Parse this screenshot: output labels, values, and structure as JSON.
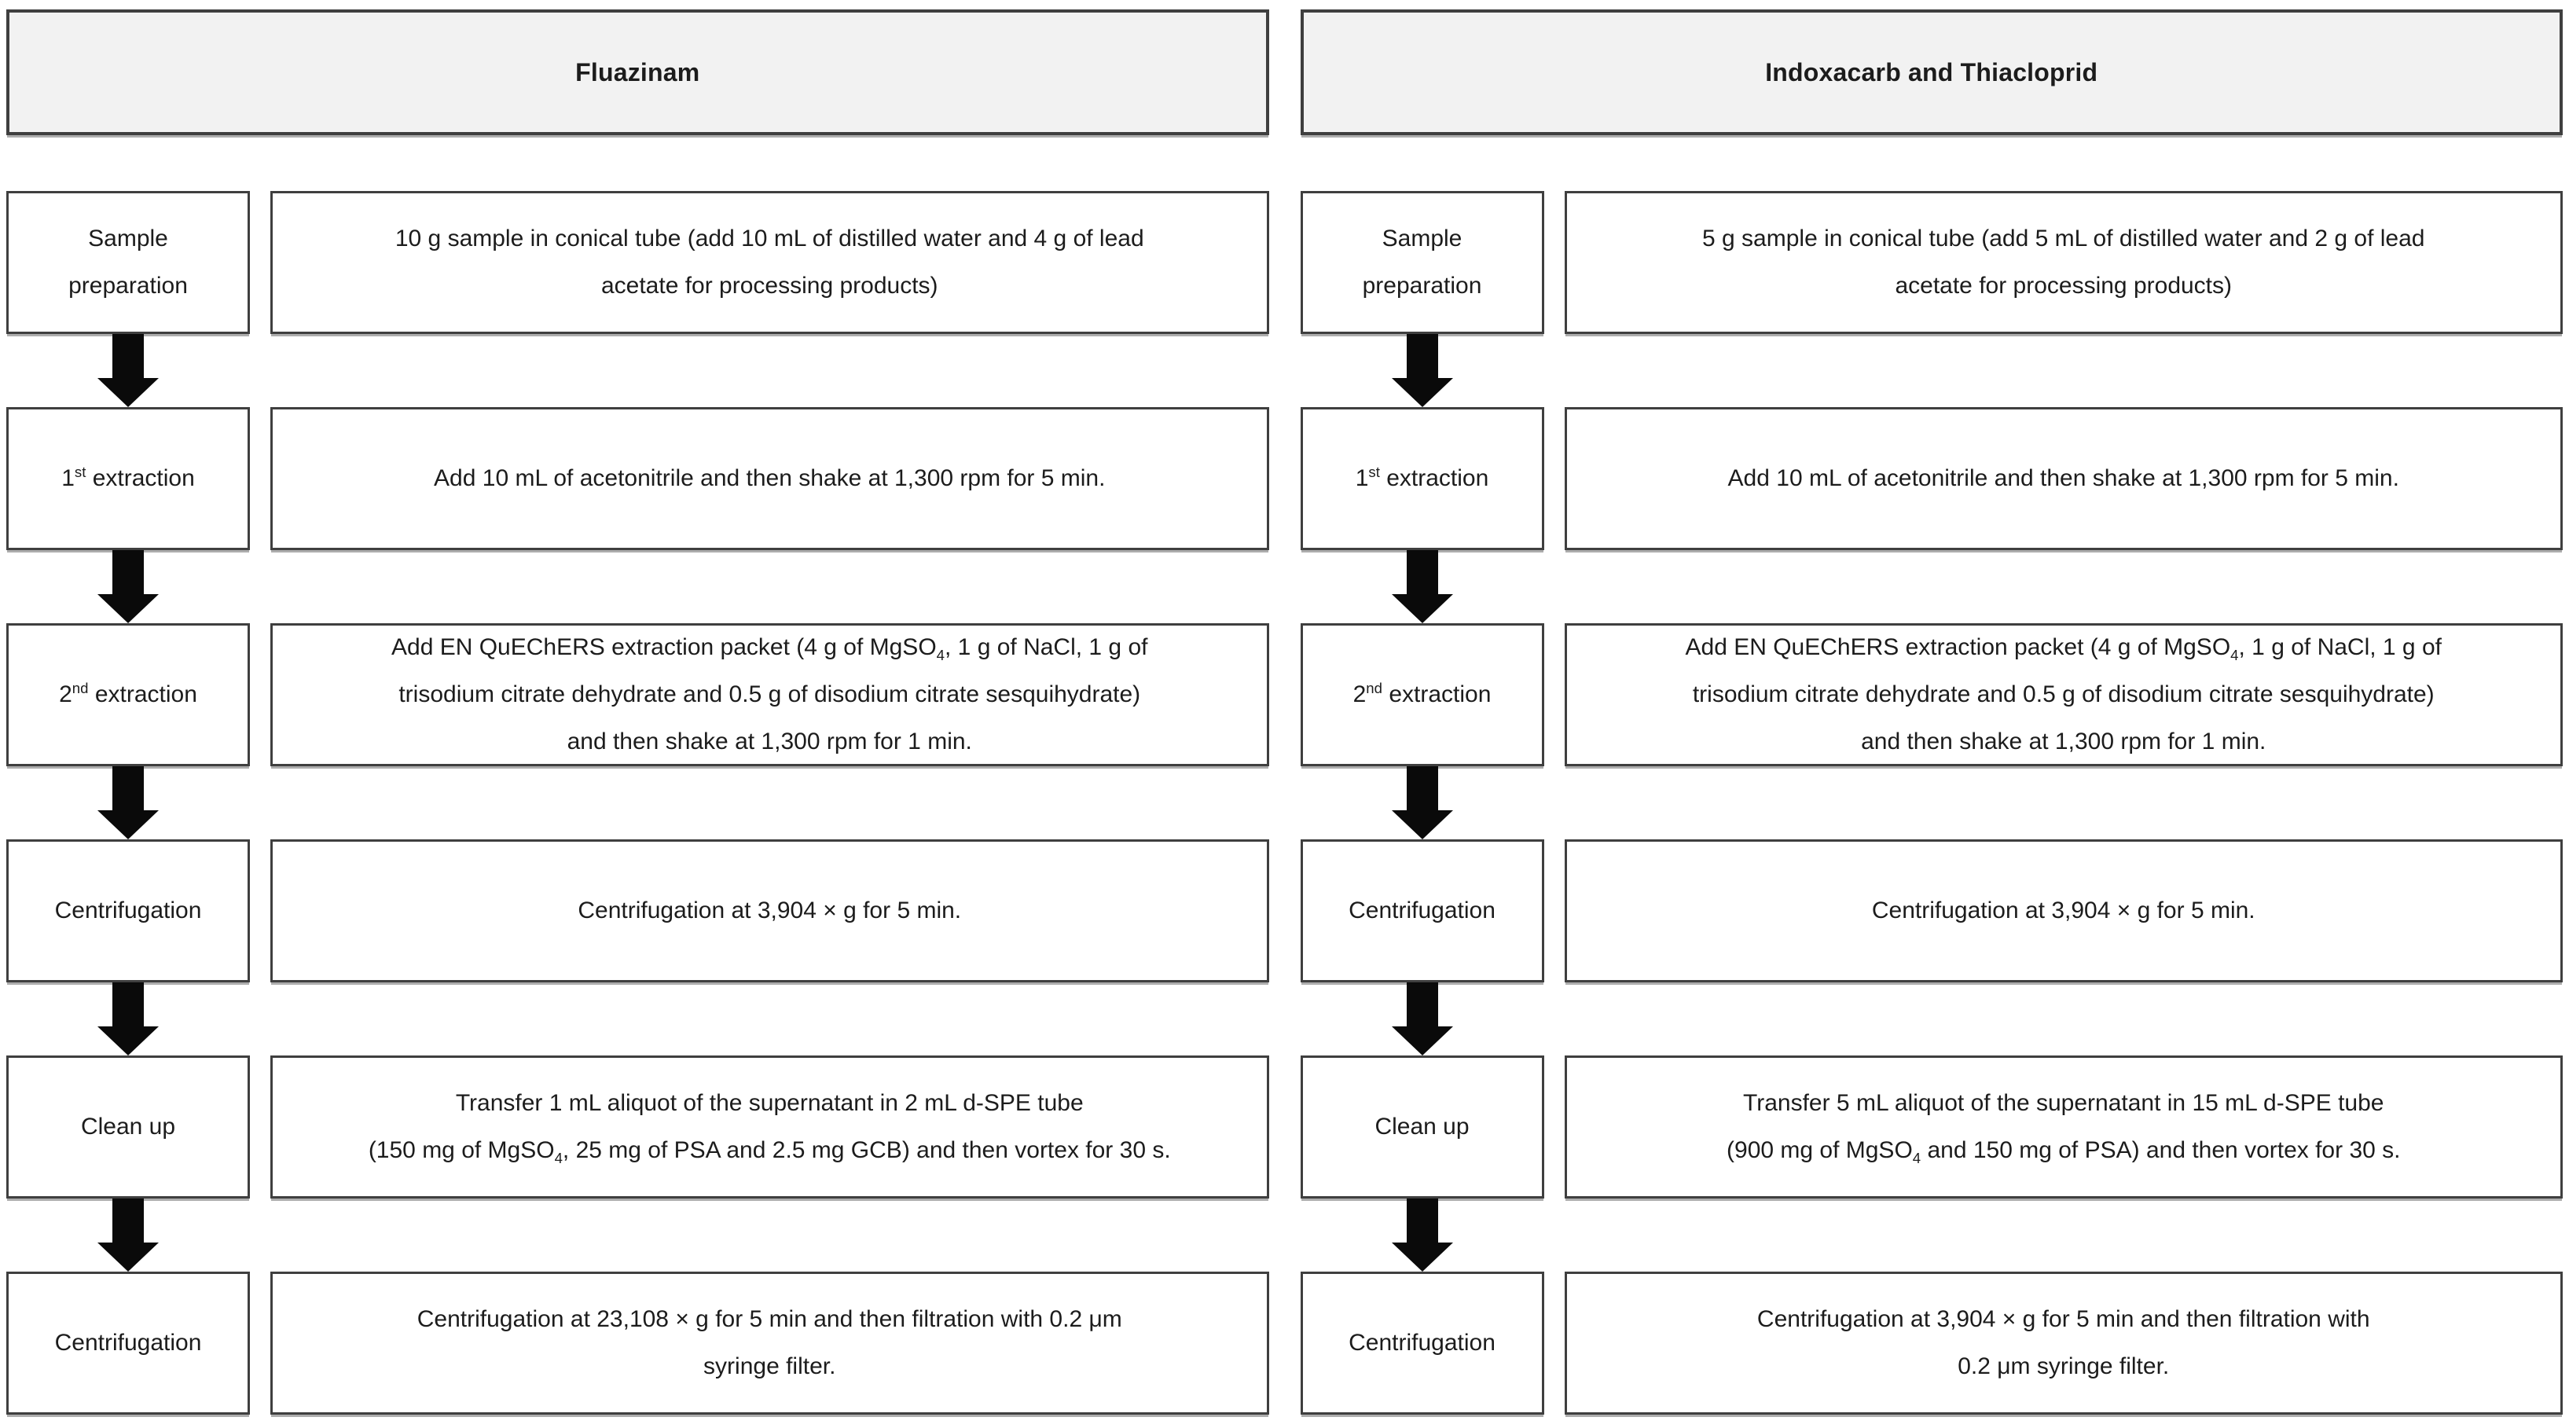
{
  "style": {
    "border_color": "#3f3f3f",
    "arrow_color": "#0a0a0a",
    "header_bg": "#f2f2f2",
    "box_bg": "#ffffff"
  },
  "columns": [
    {
      "header": "Fluazinam",
      "steps": [
        {
          "label": "Sample preparation",
          "label_lines": [
            [
              {
                "t": "Sample"
              }
            ],
            [
              {
                "t": "preparation"
              }
            ]
          ],
          "text": "10 g sample in conical tube (add 10 mL of distilled water and 4 g of lead acetate for processing products)",
          "desc_lines": [
            [
              {
                "t": "10 g sample in conical tube (add 10 mL of distilled water and 4 g of lead"
              }
            ],
            [
              {
                "t": "acetate for processing products)"
              }
            ]
          ]
        },
        {
          "label": "1st extraction",
          "label_lines": [
            [
              {
                "t": "1"
              },
              {
                "t": "st",
                "s": "sup"
              },
              {
                "t": " extraction"
              }
            ]
          ],
          "text": "Add 10 mL of acetonitrile and then shake at 1,300 rpm for 5 min.",
          "desc_lines": [
            [
              {
                "t": "Add 10 mL of acetonitrile and then shake at 1,300 rpm for 5 min."
              }
            ]
          ]
        },
        {
          "label": "2nd extraction",
          "label_lines": [
            [
              {
                "t": "2"
              },
              {
                "t": "nd",
                "s": "sup"
              },
              {
                "t": " extraction"
              }
            ]
          ],
          "text": "Add EN QuEChERS extraction packet (4 g of MgSO4, 1 g of NaCl, 1 g of trisodium citrate dehydrate and 0.5 g of disodium citrate sesquihydrate) and then shake at 1,300 rpm for 1 min.",
          "desc_lines": [
            [
              {
                "t": "Add EN QuEChERS extraction packet (4 g of MgSO"
              },
              {
                "t": "4",
                "s": "sub"
              },
              {
                "t": ", 1 g of NaCl, 1 g of"
              }
            ],
            [
              {
                "t": "trisodium citrate dehydrate and 0.5 g of disodium citrate sesquihydrate)"
              }
            ],
            [
              {
                "t": "and then shake at 1,300 rpm for 1 min."
              }
            ]
          ]
        },
        {
          "label": "Centrifugation",
          "label_lines": [
            [
              {
                "t": "Centrifugation"
              }
            ]
          ],
          "text": "Centrifugation at 3,904 × g for 5 min.",
          "desc_lines": [
            [
              {
                "t": "Centrifugation at 3,904 × g for 5 min."
              }
            ]
          ]
        },
        {
          "label": "Clean up",
          "label_lines": [
            [
              {
                "t": "Clean up"
              }
            ]
          ],
          "text": "Transfer 1 mL aliquot of the supernatant in 2 mL d-SPE tube (150 mg of MgSO4, 25 mg of PSA and 2.5 mg GCB) and then vortex for 30 s.",
          "desc_lines": [
            [
              {
                "t": "Transfer 1 mL aliquot of the supernatant in 2 mL d-SPE tube"
              }
            ],
            [
              {
                "t": "(150 mg of MgSO"
              },
              {
                "t": "4",
                "s": "sub"
              },
              {
                "t": ", 25 mg of PSA and 2.5 mg GCB) and then vortex for 30 s."
              }
            ]
          ]
        },
        {
          "label": "Centrifugation",
          "label_lines": [
            [
              {
                "t": "Centrifugation"
              }
            ]
          ],
          "text": "Centrifugation at 23,108 × g for 5 min and then filtration with 0.2 μm syringe filter.",
          "desc_lines": [
            [
              {
                "t": "Centrifugation at 23,108 × g for 5 min and then filtration with 0.2 μm"
              }
            ],
            [
              {
                "t": "syringe filter."
              }
            ]
          ]
        }
      ]
    },
    {
      "header": "Indoxacarb and Thiacloprid",
      "steps": [
        {
          "label": "Sample preparation",
          "label_lines": [
            [
              {
                "t": "Sample"
              }
            ],
            [
              {
                "t": "preparation"
              }
            ]
          ],
          "text": "5 g sample in conical tube (add 5 mL of distilled water and 2 g of lead acetate for processing products)",
          "desc_lines": [
            [
              {
                "t": "5 g sample in conical tube (add 5 mL of distilled water and 2 g of lead"
              }
            ],
            [
              {
                "t": "acetate for processing products)"
              }
            ]
          ]
        },
        {
          "label": "1st extraction",
          "label_lines": [
            [
              {
                "t": "1"
              },
              {
                "t": "st",
                "s": "sup"
              },
              {
                "t": " extraction"
              }
            ]
          ],
          "text": "Add 10 mL of acetonitrile and then shake at 1,300 rpm for 5 min.",
          "desc_lines": [
            [
              {
                "t": "Add 10 mL of acetonitrile and then shake at 1,300 rpm for 5 min."
              }
            ]
          ]
        },
        {
          "label": "2nd extraction",
          "label_lines": [
            [
              {
                "t": "2"
              },
              {
                "t": "nd",
                "s": "sup"
              },
              {
                "t": " extraction"
              }
            ]
          ],
          "text": "Add EN QuEChERS extraction packet (4 g of MgSO4, 1 g of NaCl, 1 g of trisodium citrate dehydrate and 0.5 g of disodium citrate sesquihydrate) and then shake at 1,300 rpm for 1 min.",
          "desc_lines": [
            [
              {
                "t": "Add EN QuEChERS extraction packet (4 g of MgSO"
              },
              {
                "t": "4",
                "s": "sub"
              },
              {
                "t": ", 1 g of NaCl, 1 g of"
              }
            ],
            [
              {
                "t": "trisodium citrate dehydrate and 0.5 g of disodium citrate sesquihydrate)"
              }
            ],
            [
              {
                "t": "and then shake at 1,300 rpm for 1 min."
              }
            ]
          ]
        },
        {
          "label": "Centrifugation",
          "label_lines": [
            [
              {
                "t": "Centrifugation"
              }
            ]
          ],
          "text": "Centrifugation at 3,904 × g for 5 min.",
          "desc_lines": [
            [
              {
                "t": "Centrifugation at 3,904 × g for 5 min."
              }
            ]
          ]
        },
        {
          "label": "Clean up",
          "label_lines": [
            [
              {
                "t": "Clean up"
              }
            ]
          ],
          "text": "Transfer 5 mL aliquot of the supernatant in 15 mL d-SPE tube (900 mg of MgSO4 and 150 mg of PSA) and then vortex for 30 s.",
          "desc_lines": [
            [
              {
                "t": "Transfer 5 mL aliquot of the supernatant in 15 mL d-SPE tube"
              }
            ],
            [
              {
                "t": "(900 mg of MgSO"
              },
              {
                "t": "4",
                "s": "sub"
              },
              {
                "t": " and 150 mg of PSA) and then vortex for 30 s."
              }
            ]
          ]
        },
        {
          "label": "Centrifugation",
          "label_lines": [
            [
              {
                "t": "Centrifugation"
              }
            ]
          ],
          "text": "Centrifugation at 3,904 × g for 5 min and then filtration with 0.2 μm syringe filter.",
          "desc_lines": [
            [
              {
                "t": "Centrifugation at 3,904 × g for 5 min and then filtration with"
              }
            ],
            [
              {
                "t": "0.2 μm syringe filter."
              }
            ]
          ]
        }
      ]
    }
  ]
}
